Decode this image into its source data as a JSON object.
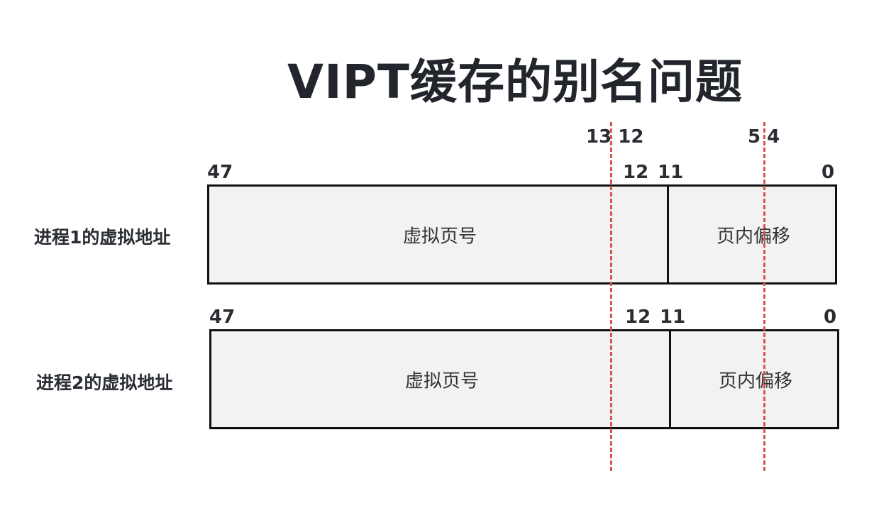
{
  "title": "VIPT缓存的别名问题",
  "top_markers": {
    "left_pair": "13 12",
    "right_pair": "5 4"
  },
  "rows": [
    {
      "label": "进程1的虚拟地址",
      "bit_high": "47",
      "bit_vpn_low": "12",
      "bit_offset_high": "11",
      "bit_low": "0",
      "vpn_label": "虚拟页号",
      "offset_label": "页内偏移"
    },
    {
      "label": "进程2的虚拟地址",
      "bit_high": "47",
      "bit_vpn_low": "12",
      "bit_offset_high": "11",
      "bit_low": "0",
      "vpn_label": "虚拟页号",
      "offset_label": "页内偏移"
    }
  ],
  "colors": {
    "dashed_line": "#d9534f",
    "box_fill": "#f2f2f2",
    "box_border": "#111111"
  }
}
